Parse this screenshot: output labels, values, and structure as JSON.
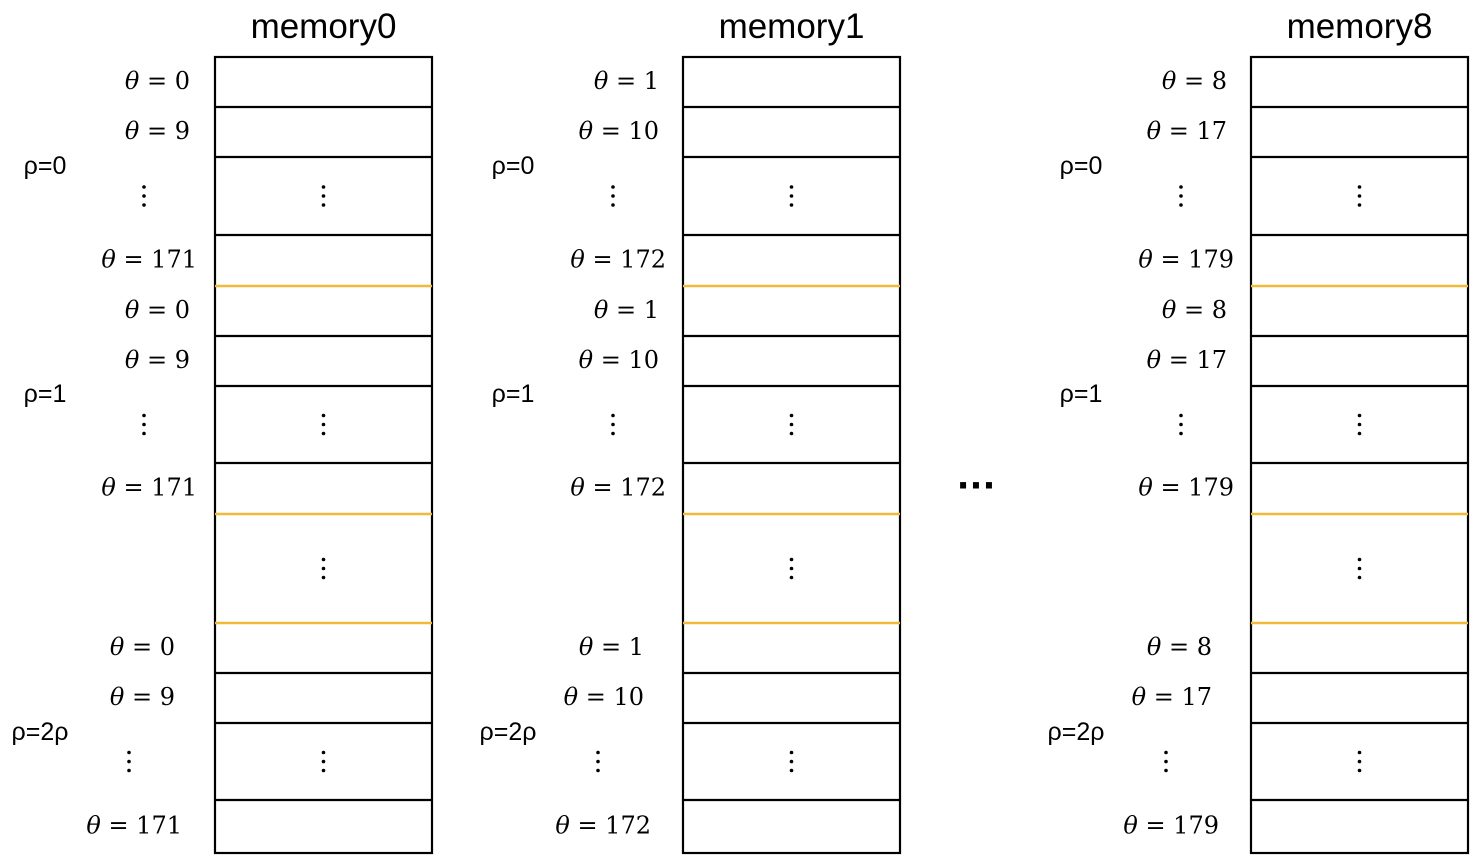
{
  "columns": [
    {
      "title": "memory0",
      "groups": [
        {
          "rho_label": "ρ=0",
          "theta_labels": [
            "θ = 0",
            "θ = 9",
            "θ = 171"
          ]
        },
        {
          "rho_label": "ρ=1",
          "theta_labels": [
            "θ = 0",
            "θ = 9",
            "θ = 171"
          ]
        },
        {
          "rho_label": "ρ=2ρ",
          "theta_labels": [
            "θ = 0",
            "θ = 9",
            "θ = 171"
          ]
        }
      ]
    },
    {
      "title": "memory1",
      "groups": [
        {
          "rho_label": "ρ=0",
          "theta_labels": [
            "θ = 1",
            "θ = 10",
            "θ = 172"
          ]
        },
        {
          "rho_label": "ρ=1",
          "theta_labels": [
            "θ = 1",
            "θ = 10",
            "θ = 172"
          ]
        },
        {
          "rho_label": "ρ=2ρ",
          "theta_labels": [
            "θ = 1",
            "θ = 10",
            "θ = 172"
          ]
        }
      ]
    },
    {
      "title": "memory8",
      "groups": [
        {
          "rho_label": "ρ=0",
          "theta_labels": [
            "θ = 8",
            "θ = 17",
            "θ = 179"
          ]
        },
        {
          "rho_label": "ρ=1",
          "theta_labels": [
            "θ = 8",
            "θ = 17",
            "θ = 179"
          ]
        },
        {
          "rho_label": "ρ=2ρ",
          "theta_labels": [
            "θ = 8",
            "θ = 17",
            "θ = 179"
          ]
        }
      ]
    }
  ],
  "vertical_ellipsis": "⋮",
  "between_columns_ellipsis": "···",
  "colors": {
    "cell_border": "#000000",
    "group_separator": "#f0b93a",
    "background": "#ffffff"
  }
}
